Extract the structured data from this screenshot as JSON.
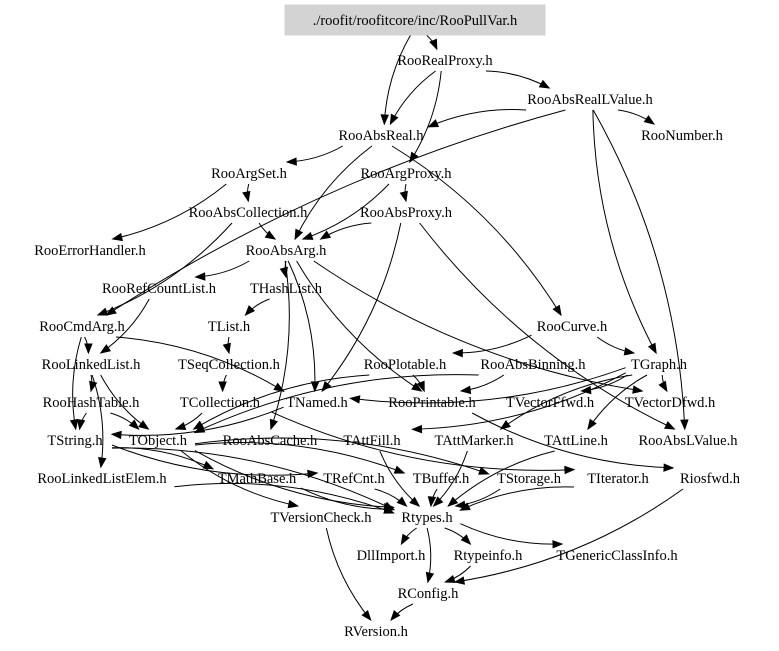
{
  "graph": {
    "title": "./roofit/roofitcore/inc/RooPullVar.h",
    "root_fill": "#d3d3d3",
    "nodes": [
      {
        "id": "root",
        "label": "./roofit/roofitcore/inc/RooPullVar.h",
        "root": true
      },
      {
        "id": "RooRealProxy",
        "label": "RooRealProxy.h"
      },
      {
        "id": "RooAbsRealLValue",
        "label": "RooAbsRealLValue.h"
      },
      {
        "id": "RooAbsReal",
        "label": "RooAbsReal.h"
      },
      {
        "id": "RooNumber",
        "label": "RooNumber.h"
      },
      {
        "id": "RooArgSet",
        "label": "RooArgSet.h"
      },
      {
        "id": "RooArgProxy",
        "label": "RooArgProxy.h"
      },
      {
        "id": "RooAbsCollection",
        "label": "RooAbsCollection.h"
      },
      {
        "id": "RooAbsProxy",
        "label": "RooAbsProxy.h"
      },
      {
        "id": "RooErrorHandler",
        "label": "RooErrorHandler.h"
      },
      {
        "id": "RooAbsArg",
        "label": "RooAbsArg.h"
      },
      {
        "id": "RooRefCountList",
        "label": "RooRefCountList.h"
      },
      {
        "id": "THashList",
        "label": "THashList.h"
      },
      {
        "id": "RooCmdArg",
        "label": "RooCmdArg.h"
      },
      {
        "id": "TList",
        "label": "TList.h"
      },
      {
        "id": "RooCurve",
        "label": "RooCurve.h"
      },
      {
        "id": "RooLinkedList",
        "label": "RooLinkedList.h"
      },
      {
        "id": "TSeqCollection",
        "label": "TSeqCollection.h"
      },
      {
        "id": "RooPlotable",
        "label": "RooPlotable.h"
      },
      {
        "id": "RooAbsBinning",
        "label": "RooAbsBinning.h"
      },
      {
        "id": "TGraph",
        "label": "TGraph.h"
      },
      {
        "id": "RooHashTable",
        "label": "RooHashTable.h"
      },
      {
        "id": "TCollection",
        "label": "TCollection.h"
      },
      {
        "id": "TNamed",
        "label": "TNamed.h"
      },
      {
        "id": "RooPrintable",
        "label": "RooPrintable.h"
      },
      {
        "id": "TVectorFfwd",
        "label": "TVectorFfwd.h"
      },
      {
        "id": "TVectorDfwd",
        "label": "TVectorDfwd.h"
      },
      {
        "id": "TString",
        "label": "TString.h"
      },
      {
        "id": "TObject",
        "label": "TObject.h"
      },
      {
        "id": "RooAbsCache",
        "label": "RooAbsCache.h"
      },
      {
        "id": "TAttFill",
        "label": "TAttFill.h"
      },
      {
        "id": "TAttMarker",
        "label": "TAttMarker.h"
      },
      {
        "id": "TAttLine",
        "label": "TAttLine.h"
      },
      {
        "id": "RooAbsLValue",
        "label": "RooAbsLValue.h"
      },
      {
        "id": "RooLinkedListElem",
        "label": "RooLinkedListElem.h"
      },
      {
        "id": "TMathBase",
        "label": "TMathBase.h"
      },
      {
        "id": "TRefCnt",
        "label": "TRefCnt.h"
      },
      {
        "id": "TBuffer",
        "label": "TBuffer.h"
      },
      {
        "id": "TStorage",
        "label": "TStorage.h"
      },
      {
        "id": "TIterator",
        "label": "TIterator.h"
      },
      {
        "id": "Riosfwd",
        "label": "Riosfwd.h"
      },
      {
        "id": "TVersionCheck",
        "label": "TVersionCheck.h"
      },
      {
        "id": "Rtypes",
        "label": "Rtypes.h"
      },
      {
        "id": "DllImport",
        "label": "DllImport.h"
      },
      {
        "id": "Rtypeinfo",
        "label": "Rtypeinfo.h"
      },
      {
        "id": "TGenericClassInfo",
        "label": "TGenericClassInfo.h"
      },
      {
        "id": "RConfig",
        "label": "RConfig.h"
      },
      {
        "id": "RVersion",
        "label": "RVersion.h"
      }
    ],
    "edges": [
      [
        "root",
        "RooRealProxy"
      ],
      [
        "root",
        "RooAbsReal"
      ],
      [
        "RooRealProxy",
        "RooAbsRealLValue"
      ],
      [
        "RooRealProxy",
        "RooAbsReal"
      ],
      [
        "RooRealProxy",
        "RooArgProxy"
      ],
      [
        "RooAbsRealLValue",
        "RooAbsReal"
      ],
      [
        "RooAbsRealLValue",
        "RooNumber"
      ],
      [
        "RooAbsRealLValue",
        "TGraph"
      ],
      [
        "RooAbsRealLValue",
        "RooAbsLValue"
      ],
      [
        "RooAbsRealLValue",
        "RooCmdArg"
      ],
      [
        "RooAbsReal",
        "RooArgSet"
      ],
      [
        "RooAbsReal",
        "RooAbsArg"
      ],
      [
        "RooAbsReal",
        "RooCurve"
      ],
      [
        "RooArgSet",
        "RooAbsCollection"
      ],
      [
        "RooArgSet",
        "RooErrorHandler"
      ],
      [
        "RooArgProxy",
        "RooAbsProxy"
      ],
      [
        "RooArgProxy",
        "RooAbsArg"
      ],
      [
        "RooAbsCollection",
        "RooAbsArg"
      ],
      [
        "RooAbsCollection",
        "RooCmdArg"
      ],
      [
        "RooAbsProxy",
        "RooAbsArg"
      ],
      [
        "RooAbsProxy",
        "TNamed"
      ],
      [
        "RooAbsProxy",
        "RooAbsLValue"
      ],
      [
        "RooAbsArg",
        "RooRefCountList"
      ],
      [
        "RooAbsArg",
        "THashList"
      ],
      [
        "RooAbsArg",
        "TNamed"
      ],
      [
        "RooAbsArg",
        "RooPrintable"
      ],
      [
        "RooAbsArg",
        "RooAbsCache"
      ],
      [
        "RooAbsArg",
        "TVectorDfwd"
      ],
      [
        "RooRefCountList",
        "RooLinkedList"
      ],
      [
        "THashList",
        "TList"
      ],
      [
        "RooCmdArg",
        "RooLinkedList"
      ],
      [
        "RooCmdArg",
        "TString"
      ],
      [
        "RooCmdArg",
        "TNamed"
      ],
      [
        "TList",
        "TSeqCollection"
      ],
      [
        "RooCurve",
        "RooPlotable"
      ],
      [
        "RooCurve",
        "TGraph"
      ],
      [
        "RooLinkedList",
        "RooHashTable"
      ],
      [
        "RooLinkedList",
        "TObject"
      ],
      [
        "RooLinkedList",
        "RooLinkedListElem"
      ],
      [
        "TSeqCollection",
        "TCollection"
      ],
      [
        "RooPlotable",
        "RooPrintable"
      ],
      [
        "RooPlotable",
        "TObject"
      ],
      [
        "RooAbsBinning",
        "RooPrintable"
      ],
      [
        "RooAbsBinning",
        "TObject"
      ],
      [
        "TGraph",
        "TVectorFfwd"
      ],
      [
        "TGraph",
        "TVectorDfwd"
      ],
      [
        "TGraph",
        "TNamed"
      ],
      [
        "TGraph",
        "TAttLine"
      ],
      [
        "TGraph",
        "TAttFill"
      ],
      [
        "TGraph",
        "TAttMarker"
      ],
      [
        "RooHashTable",
        "TObject"
      ],
      [
        "RooHashTable",
        "TString"
      ],
      [
        "TCollection",
        "TObject"
      ],
      [
        "TCollection",
        "TIterator"
      ],
      [
        "TNamed",
        "TString"
      ],
      [
        "RooPrintable",
        "Riosfwd"
      ],
      [
        "TString",
        "TMathBase"
      ],
      [
        "TString",
        "TRefCnt"
      ],
      [
        "TString",
        "Rtypes"
      ],
      [
        "TObject",
        "Rtypes"
      ],
      [
        "TObject",
        "TStorage"
      ],
      [
        "TObject",
        "TVersionCheck"
      ],
      [
        "TObject",
        "TBuffer"
      ],
      [
        "TAttFill",
        "Rtypes"
      ],
      [
        "TAttMarker",
        "Rtypes"
      ],
      [
        "TAttLine",
        "Rtypes"
      ],
      [
        "RooLinkedListElem",
        "Rtypes"
      ],
      [
        "TMathBase",
        "Rtypes"
      ],
      [
        "TRefCnt",
        "Rtypes"
      ],
      [
        "TBuffer",
        "Rtypes"
      ],
      [
        "TStorage",
        "Rtypes"
      ],
      [
        "TIterator",
        "Rtypes"
      ],
      [
        "Riosfwd",
        "RConfig"
      ],
      [
        "TVersionCheck",
        "RVersion"
      ],
      [
        "Rtypes",
        "RConfig"
      ],
      [
        "Rtypes",
        "DllImport"
      ],
      [
        "Rtypes",
        "Rtypeinfo"
      ],
      [
        "Rtypes",
        "TGenericClassInfo"
      ],
      [
        "Rtypeinfo",
        "RConfig"
      ],
      [
        "RConfig",
        "RVersion"
      ]
    ]
  }
}
